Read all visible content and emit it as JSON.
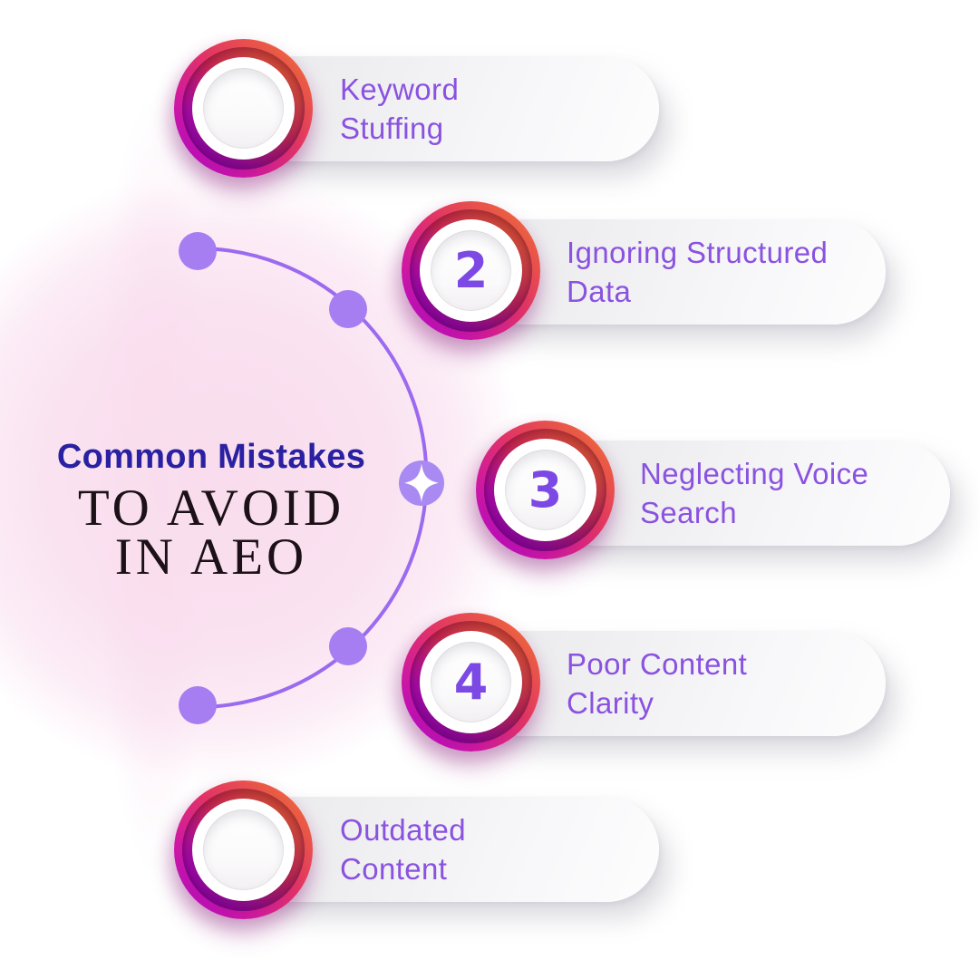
{
  "title": {
    "kicker": "Common Mistakes",
    "main_line1": "TO AVOID",
    "main_line2": "IN AEO"
  },
  "items": [
    {
      "number": "",
      "label": "Keyword Stuffing"
    },
    {
      "number": "2",
      "label": "Ignoring Structured Data"
    },
    {
      "number": "3",
      "label": "Neglecting Voice Search"
    },
    {
      "number": "4",
      "label": "Poor Content Clarity"
    },
    {
      "number": "",
      "label": "Outdated Content"
    }
  ],
  "decorations": {
    "sparkle_icon": "four-point-star",
    "timeline_dots": 4
  },
  "colors": {
    "label_text": "#8a52e0",
    "number_text": "#7c49e4",
    "kicker_text": "#2a21a2",
    "serif_text": "#1c1117",
    "ring_gradient_start": "#f5823f",
    "ring_gradient_mid": "#e13366",
    "ring_gradient_end": "#a905cd",
    "pill_background": "#f1f1f3",
    "arc_stroke": "#9b6af0",
    "dot_fill": "#a77df2",
    "blob_pink": "#f9dcea",
    "canvas": "#ffffff"
  }
}
